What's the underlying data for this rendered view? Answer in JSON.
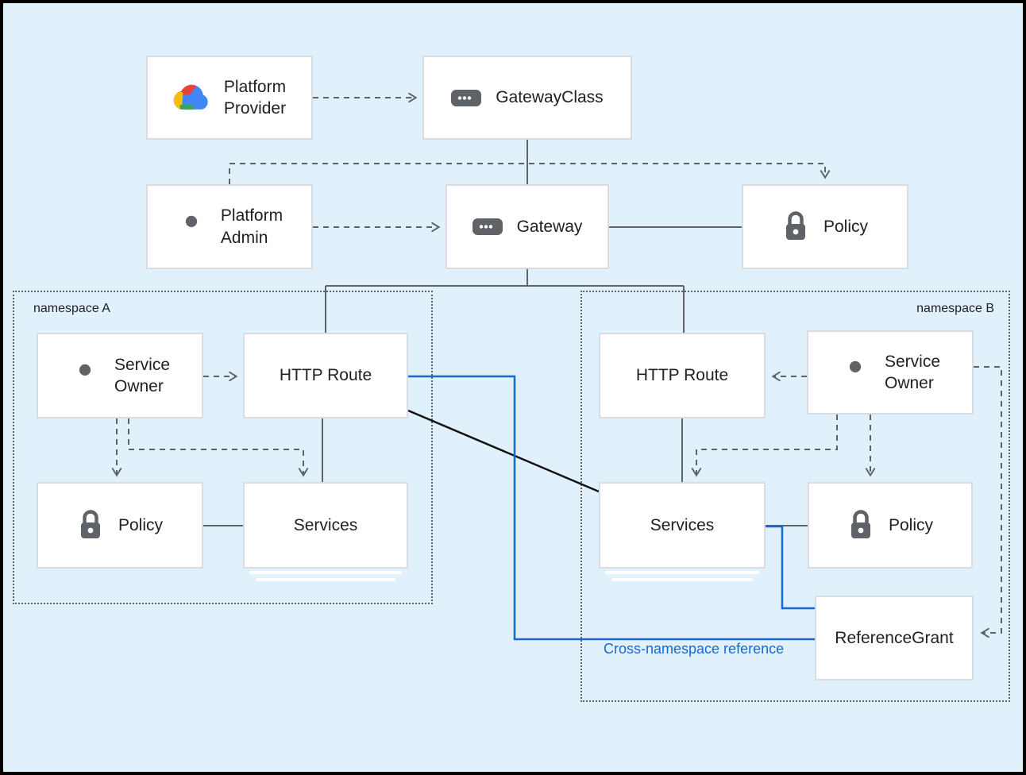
{
  "namespaces": {
    "a": {
      "label": "namespace A"
    },
    "b": {
      "label": "namespace B"
    }
  },
  "nodes": {
    "platform_provider": {
      "label": "Platform\nProvider",
      "icon": "google-cloud-logo"
    },
    "gateway_class": {
      "label": "GatewayClass",
      "icon": "resource-pill-icon"
    },
    "platform_admin": {
      "label": "Platform\nAdmin",
      "icon": "person-icon"
    },
    "gateway": {
      "label": "Gateway",
      "icon": "resource-pill-icon"
    },
    "policy_top": {
      "label": "Policy",
      "icon": "lock-icon"
    },
    "service_owner_a": {
      "label": "Service\nOwner",
      "icon": "person-icon"
    },
    "http_route_a": {
      "label": "HTTP Route"
    },
    "policy_a": {
      "label": "Policy",
      "icon": "lock-icon"
    },
    "services_a": {
      "label": "Services"
    },
    "http_route_b": {
      "label": "HTTP Route"
    },
    "service_owner_b": {
      "label": "Service\nOwner",
      "icon": "person-icon"
    },
    "services_b": {
      "label": "Services"
    },
    "policy_b": {
      "label": "Policy",
      "icon": "lock-icon"
    },
    "reference_grant": {
      "label": "ReferenceGrant"
    }
  },
  "annotations": {
    "cross_namespace_reference": "Cross-namespace reference"
  },
  "colors": {
    "background": "#e0f1fb",
    "canvas_border": "#000000",
    "box_fill": "#ffffff",
    "box_border": "#dadce0",
    "text": "#202124",
    "connector_gray": "#5f6368",
    "icon_gray": "#5f6368",
    "reference_blue": "#1967d2",
    "diagonal_black": "#111111"
  }
}
